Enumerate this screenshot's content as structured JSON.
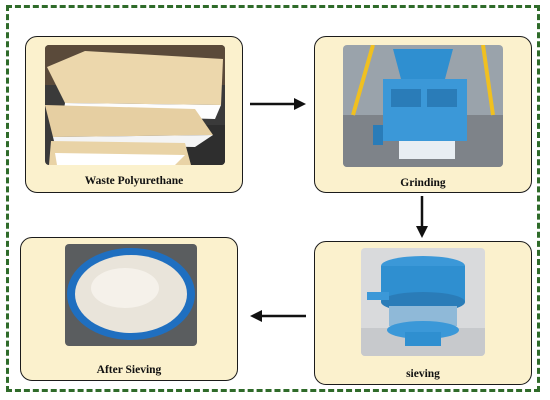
{
  "steps": [
    {
      "label": "Waste Polyurethane",
      "image": "waste-polyurethane-foam-photo"
    },
    {
      "label": "Grinding",
      "image": "grinding-machine-photo"
    },
    {
      "label": "sieving",
      "image": "sieving-machine-photo"
    },
    {
      "label": "After Sieving",
      "image": "sieved-powder-photo"
    }
  ],
  "colors": {
    "card_fill": "#fbf1cd",
    "border": "#2f6b2a",
    "arrow": "#111111",
    "machine_blue": "#2f8fd0"
  }
}
